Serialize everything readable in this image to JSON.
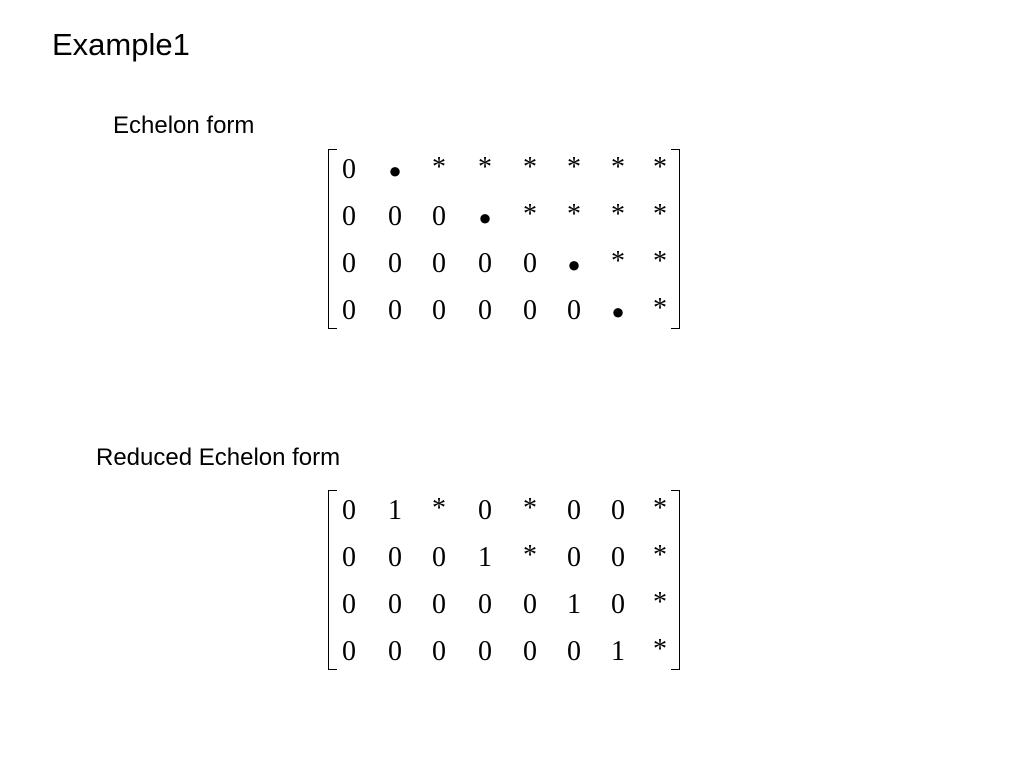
{
  "slide": {
    "title": "Example1"
  },
  "echelon": {
    "label": "Echelon form",
    "rows": [
      [
        "0",
        "●",
        "*",
        "*",
        "*",
        "*",
        "*",
        "*"
      ],
      [
        "0",
        "0",
        "0",
        "●",
        "*",
        "*",
        "*",
        "*"
      ],
      [
        "0",
        "0",
        "0",
        "0",
        "0",
        "●",
        "*",
        "*"
      ],
      [
        "0",
        "0",
        "0",
        "0",
        "0",
        "0",
        "●",
        "*"
      ]
    ]
  },
  "reduced": {
    "label": "Reduced Echelon form",
    "rows": [
      [
        "0",
        "1",
        "*",
        "0",
        "*",
        "0",
        "0",
        "*"
      ],
      [
        "0",
        "0",
        "0",
        "1",
        "*",
        "0",
        "0",
        "*"
      ],
      [
        "0",
        "0",
        "0",
        "0",
        "0",
        "1",
        "0",
        "*"
      ],
      [
        "0",
        "0",
        "0",
        "0",
        "0",
        "0",
        "1",
        "*"
      ]
    ]
  }
}
